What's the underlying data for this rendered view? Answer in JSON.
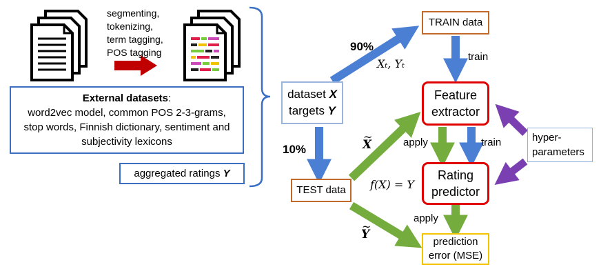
{
  "preprocessing_steps": [
    "segmenting,",
    "tokenizing,",
    "term tagging,",
    "POS tagging"
  ],
  "external": {
    "title": "External datasets",
    "title_suffix": ":",
    "lines": [
      "word2vec model, common POS 2-3-grams,",
      "stop words, Finnish dictionary, sentiment and",
      "subjectivity lexicons"
    ]
  },
  "aggregated": {
    "text": "aggregated ratings ",
    "var": "Y"
  },
  "dataset": {
    "line1": "dataset ",
    "var1": "X",
    "line2": "targets ",
    "var2": "Y"
  },
  "train_box": "TRAIN data",
  "test_box": "TEST data",
  "feature_box": [
    "Feature",
    "extractor"
  ],
  "rating_box": [
    "Rating",
    "predictor"
  ],
  "error_box": [
    "prediction",
    "error (MSE)"
  ],
  "hyper_box": [
    "hyper-",
    "parameters"
  ],
  "pct_train": "90%",
  "pct_test": "10%",
  "labels": {
    "train1": "train",
    "train2": "train",
    "apply1": "apply",
    "apply2": "apply",
    "xt_yt": "Xₜ, Yₜ",
    "fx": "f(X) = Y",
    "x_tilde": "X",
    "y_tilde": "Y"
  },
  "colors": {
    "blue_arrow": "#4a7fd4",
    "green_arrow": "#74ad3d",
    "purple_arrow": "#7a3fb0",
    "red_arrow": "#c00000",
    "orange_border": "#c0692a",
    "red_border": "#e00000",
    "yellow_border": "#f5c400",
    "dataset_border": "#9ab4dc",
    "ext_border": "#3a6fc4",
    "hyper_border": "#8fb0dd"
  }
}
